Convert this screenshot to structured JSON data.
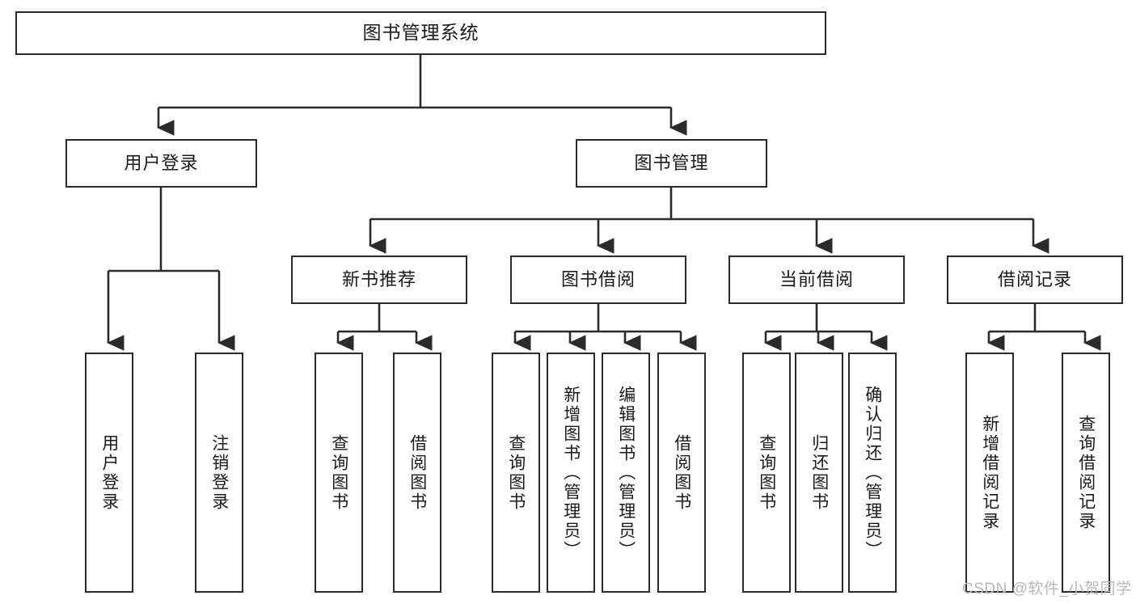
{
  "diagram": {
    "type": "tree-hierarchy",
    "title": "图书管理系统",
    "watermark": "CSDN @软件_小贺同学",
    "colors": {
      "stroke": "#2b2b2b",
      "fill": "#ffffff",
      "text": "#1a1a1a",
      "watermark": "#b8b8b8"
    },
    "root": {
      "id": "root",
      "label": "图书管理系统"
    },
    "level2": [
      {
        "id": "user-login",
        "label": "用户登录"
      },
      {
        "id": "book-manage",
        "label": "图书管理"
      }
    ],
    "level3": [
      {
        "id": "new-book-rec",
        "label": "新书推荐",
        "parent": "book-manage"
      },
      {
        "id": "book-borrow",
        "label": "图书借阅",
        "parent": "book-manage"
      },
      {
        "id": "current-borrow",
        "label": "当前借阅",
        "parent": "book-manage"
      },
      {
        "id": "borrow-record",
        "label": "借阅记录",
        "parent": "book-manage"
      }
    ],
    "leaves": [
      {
        "id": "leaf-user-login",
        "label": "用户登录",
        "parent": "user-login"
      },
      {
        "id": "leaf-logout-login",
        "label": "注销登录",
        "parent": "user-login"
      },
      {
        "id": "leaf-query-book-1",
        "label": "查询图书",
        "parent": "new-book-rec"
      },
      {
        "id": "leaf-borrow-book-1",
        "label": "借阅图书",
        "parent": "new-book-rec"
      },
      {
        "id": "leaf-query-book-2",
        "label": "查询图书",
        "parent": "book-borrow"
      },
      {
        "id": "leaf-add-book",
        "label": "新增图书（管理员）",
        "parent": "book-borrow"
      },
      {
        "id": "leaf-edit-book",
        "label": "编辑图书（管理员）",
        "parent": "book-borrow"
      },
      {
        "id": "leaf-borrow-book-2",
        "label": "借阅图书",
        "parent": "book-borrow"
      },
      {
        "id": "leaf-query-book-3",
        "label": "查询图书",
        "parent": "current-borrow"
      },
      {
        "id": "leaf-return-book",
        "label": "归还图书",
        "parent": "current-borrow"
      },
      {
        "id": "leaf-confirm-return",
        "label": "确认归还（管理员）",
        "parent": "current-borrow"
      },
      {
        "id": "leaf-add-record",
        "label": "新增借阅记录",
        "parent": "borrow-record"
      },
      {
        "id": "leaf-query-record",
        "label": "查询借阅记录",
        "parent": "borrow-record"
      }
    ]
  }
}
